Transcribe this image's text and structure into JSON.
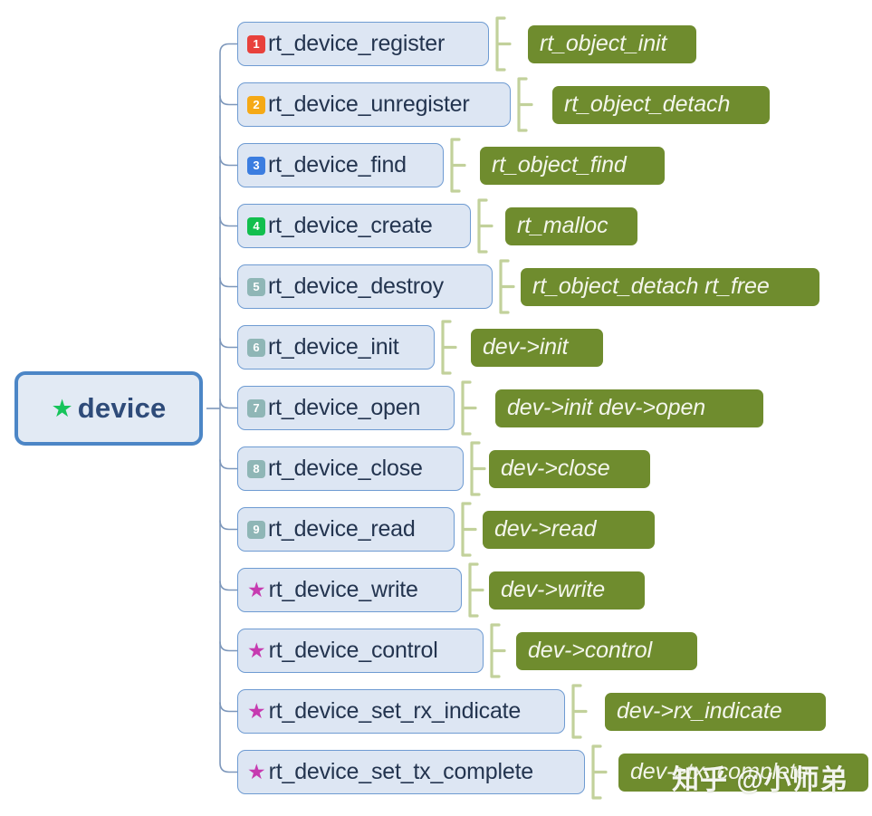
{
  "diagram": {
    "title": "device",
    "type": "mind-map",
    "root": {
      "label": "device",
      "icon": "star-icon",
      "icon_color": "#16c45a",
      "text_color": "#2e4b79",
      "bg_color": "#e2eaf4",
      "border_color": "#4c86c6"
    },
    "colors": {
      "node_bg": "#dde6f3",
      "node_border": "#6e9bd2",
      "node_text": "#23344f",
      "leaf_bg": "#6f8c2e",
      "leaf_text": "#f4f6ec",
      "connector_blue": "#7d97bb",
      "connector_green": "#c2d19b",
      "star_purple": "#c63bb0"
    },
    "branches": [
      {
        "marker": "1",
        "marker_type": "number",
        "marker_color": "#e8413c",
        "label": "rt_device_register",
        "leaf": "rt_object_init"
      },
      {
        "marker": "2",
        "marker_type": "number",
        "marker_color": "#f5a916",
        "label": "rt_device_unregister",
        "leaf": "rt_object_detach"
      },
      {
        "marker": "3",
        "marker_type": "number",
        "marker_color": "#3b7de0",
        "label": "rt_device_find",
        "leaf": "rt_object_find"
      },
      {
        "marker": "4",
        "marker_type": "number",
        "marker_color": "#12bf4e",
        "label": "rt_device_create",
        "leaf": "rt_malloc"
      },
      {
        "marker": "5",
        "marker_type": "number",
        "marker_color": "#8fb6b6",
        "label": "rt_device_destroy",
        "leaf": "rt_object_detach rt_free"
      },
      {
        "marker": "6",
        "marker_type": "number",
        "marker_color": "#8fb6b6",
        "label": "rt_device_init",
        "leaf": "dev->init"
      },
      {
        "marker": "7",
        "marker_type": "number",
        "marker_color": "#8fb6b6",
        "label": "rt_device_open",
        "leaf": "dev->init dev->open"
      },
      {
        "marker": "8",
        "marker_type": "number",
        "marker_color": "#8fb6b6",
        "label": "rt_device_close",
        "leaf": "dev->close"
      },
      {
        "marker": "9",
        "marker_type": "number",
        "marker_color": "#8fb6b6",
        "label": "rt_device_read",
        "leaf": "dev->read"
      },
      {
        "marker": "★",
        "marker_type": "star",
        "marker_color": "#c63bb0",
        "label": "rt_device_write",
        "leaf": "dev->write"
      },
      {
        "marker": "★",
        "marker_type": "star",
        "marker_color": "#c63bb0",
        "label": "rt_device_control",
        "leaf": "dev->control"
      },
      {
        "marker": "★",
        "marker_type": "star",
        "marker_color": "#c63bb0",
        "label": "rt_device_set_rx_indicate",
        "leaf": "dev->rx_indicate"
      },
      {
        "marker": "★",
        "marker_type": "star",
        "marker_color": "#c63bb0",
        "label": "rt_device_set_tx_complete",
        "leaf": "dev->tx_complete"
      }
    ],
    "watermark": "知乎 @小师弟"
  }
}
